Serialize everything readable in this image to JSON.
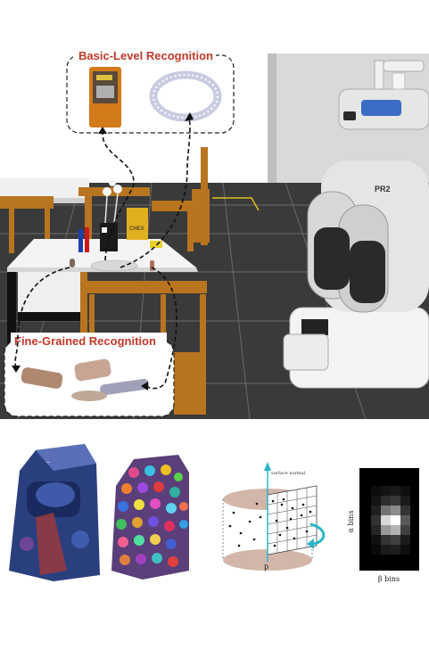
{
  "scene": {
    "basic_label": "Basic-Level Recognition",
    "fine_label": "Fine-Grained Recognition",
    "robot_badge": "PR2",
    "box_label": "CHEX"
  },
  "descriptor": {
    "surface_normal_label": "surface normal",
    "point_label": "p",
    "alpha_label": "α bins",
    "beta_label": "β bins",
    "histogram": [
      [
        0.05,
        0.08,
        0.1,
        0.06
      ],
      [
        0.08,
        0.18,
        0.22,
        0.1
      ],
      [
        0.12,
        0.45,
        0.55,
        0.2
      ],
      [
        0.2,
        0.85,
        1.0,
        0.35
      ],
      [
        0.15,
        0.6,
        0.7,
        0.25
      ],
      [
        0.06,
        0.2,
        0.25,
        0.1
      ],
      [
        0.04,
        0.1,
        0.12,
        0.05
      ]
    ]
  },
  "colors": {
    "label_red": "#c0392b",
    "table_top": "#f2f2f2",
    "wood": "#c07a2a",
    "floor": "#3b3b3b",
    "wall": "#d8d8d8",
    "normal_arrow": "#2bb5c8",
    "disk": "#c9a99a"
  }
}
